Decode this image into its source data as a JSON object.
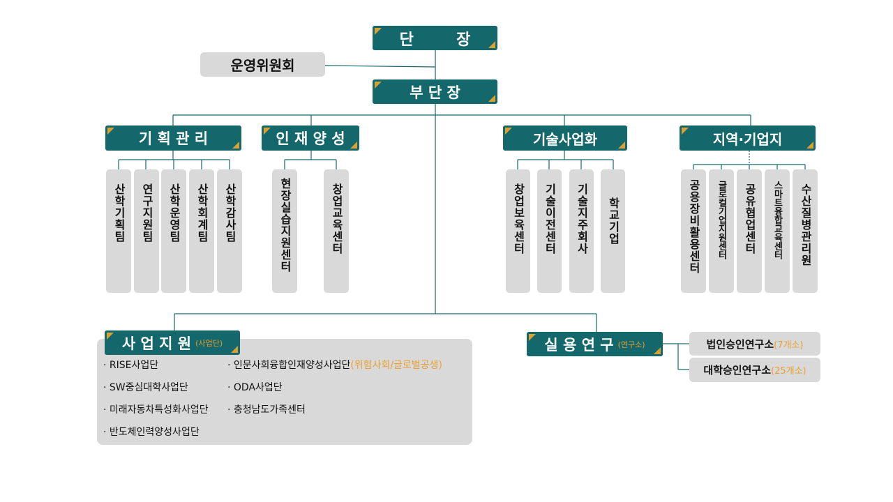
{
  "head": "단        장",
  "committee": "운영위원회",
  "deputy": "부 단 장",
  "divisions": {
    "planning": {
      "label": "기 획 관 리",
      "teams": [
        "산학기획팀",
        "연구지원팀",
        "산학운영팀",
        "산학회계팀",
        "산학감사팀"
      ]
    },
    "talent": {
      "label": "인 재 양 성",
      "teams": [
        "현장실습지원센터",
        "창업교육센터"
      ]
    },
    "tech": {
      "label": "기술사업화",
      "teams": [
        "창업보육센터",
        "기술이전센터",
        "기술지주회사",
        "학교기업"
      ]
    },
    "regional": {
      "label": "지역·기업지",
      "teams": [
        "공용장비활용센터",
        "글로컬기업지원센터",
        "공유협업센터",
        "스마트융합교육센터",
        "수산질병관리원"
      ]
    }
  },
  "business": {
    "label": "사 업 지 원",
    "sub": "(사업단)",
    "left_items": [
      "· RISE사업단",
      "· SW중심대학사업단",
      "· 미래자동차특성화사업단",
      "· 반도체인력양성사업단"
    ],
    "right_items": [
      {
        "text": "· 인문사회융합인재양성사업단",
        "note": "(위험사회/글로벌공생)"
      },
      {
        "text": "· ODA사업단",
        "note": ""
      },
      {
        "text": "· 충청남도가족센터",
        "note": ""
      }
    ]
  },
  "research": {
    "label": "실 용 연 구",
    "sub": "(연구소)",
    "items": [
      {
        "text": "법인승인연구소",
        "note": "(7개소)"
      },
      {
        "text": "대학승인연구소",
        "note": "(25개소)"
      }
    ]
  },
  "colors": {
    "teal": "#14676b",
    "gold": "#d9a032",
    "grey": "#d9d9d9",
    "orange": "#e8a033"
  }
}
